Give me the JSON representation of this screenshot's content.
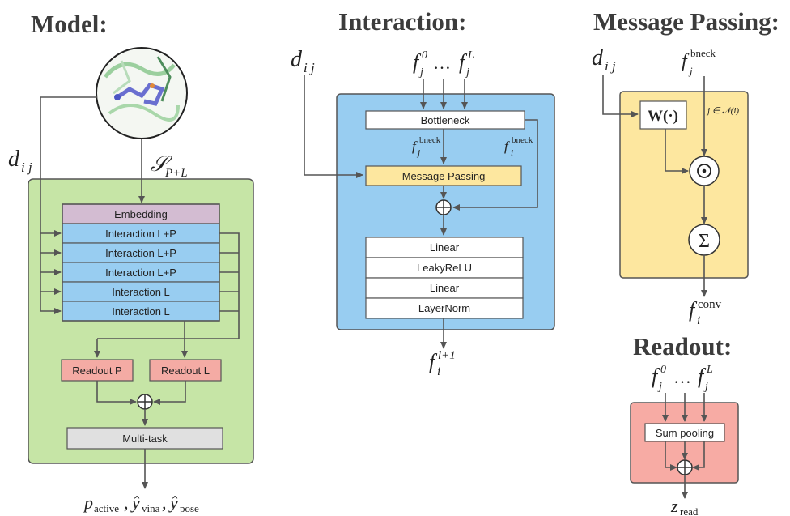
{
  "panels": {
    "model": {
      "title": "Model:",
      "embedding": "Embedding",
      "interactions": [
        "Interaction L+P",
        "Interaction L+P",
        "Interaction L+P",
        "Interaction L",
        "Interaction L"
      ],
      "readout_p": "Readout P",
      "readout_l": "Readout L",
      "multitask": "Multi-task"
    },
    "interaction": {
      "title": "Interaction:",
      "bottleneck": "Bottleneck",
      "message_passing": "Message Passing",
      "mlp": [
        "Linear",
        "LeakyReLU",
        "Linear",
        "LayerNorm"
      ]
    },
    "message_passing": {
      "title": "Message Passing:",
      "weight": "W(·)",
      "neighbors": "j ∈ 𝒩(i)",
      "hadamard": "⊙",
      "sum": "Σ"
    },
    "readout": {
      "title": "Readout:",
      "sum_pooling": "Sum pooling"
    }
  },
  "colors": {
    "model_bg": "#c6e5a6",
    "interaction_bg": "#98cdf1",
    "mp_bg": "#fde79f",
    "readout_bg": "#f7aba4",
    "embedding": "#d3bcd2",
    "interaction_box": "#98cdf1",
    "readout_box": "#f4aba4",
    "multitask_box": "#e0e0e0",
    "mp_box": "#fde79f"
  }
}
